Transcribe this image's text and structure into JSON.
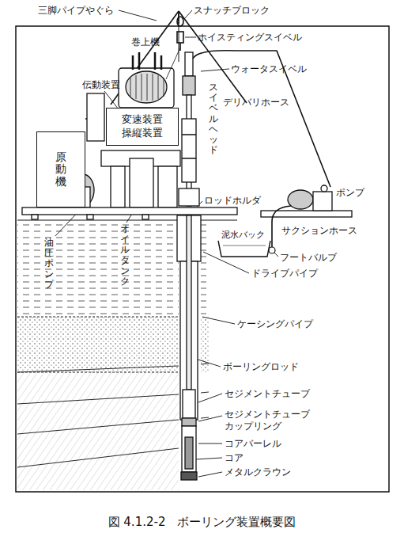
{
  "diagram": {
    "caption": "図 4.1.2-2　ボーリング装置概要図",
    "nodes": [
      {
        "text": [
          "原動機"
        ]
      },
      {
        "text": [
          "変速装置 操縦装置"
        ]
      }
    ],
    "labels": [
      "三脚パイプやぐら",
      "スナッチブロック",
      "ホイスティングスイベル",
      "巻上機",
      "ウォータスイベル",
      "伝動装置",
      "デリバリホース",
      "スイベルヘッド",
      "ロッドホルダ",
      "ポンプ",
      "泥水バック",
      "サクションホース",
      "油圧ポンプ",
      "オイルタンク",
      "フートバルブ",
      "ドライブパイプ",
      "ケーシングパイプ",
      "ボーリングロッド",
      "セジメントチューブ",
      "セジメントチューブ カップリング",
      "コアバーレル",
      "コア",
      "メタルクラウン"
    ]
  }
}
